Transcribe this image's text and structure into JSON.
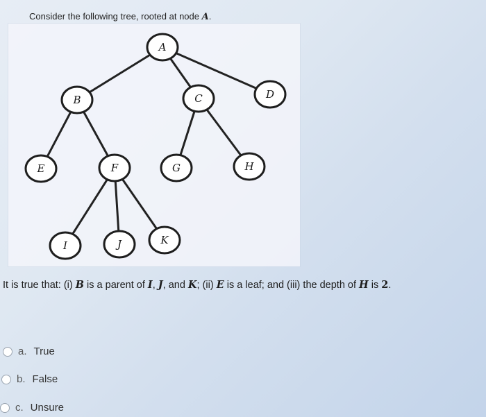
{
  "question": {
    "intro_prefix": "Consider the following tree, rooted at node ",
    "intro_var": "A",
    "intro_suffix": ".",
    "statement": {
      "p1": "It is true that: (i) ",
      "v1": "B",
      "p2": " is a parent of ",
      "v2": "I",
      "p3": ", ",
      "v3": "J",
      "p4": ", and ",
      "v4": "K",
      "p5": "; (ii) ",
      "v5": "E",
      "p6": " is a leaf; and (iii) the depth of ",
      "v6": "H",
      "p7": " is ",
      "n1": "2",
      "p8": "."
    }
  },
  "tree": {
    "nodes": [
      "A",
      "B",
      "C",
      "D",
      "E",
      "F",
      "G",
      "H",
      "I",
      "J",
      "K"
    ],
    "edges": [
      [
        "A",
        "B"
      ],
      [
        "A",
        "C"
      ],
      [
        "A",
        "D"
      ],
      [
        "B",
        "E"
      ],
      [
        "B",
        "F"
      ],
      [
        "C",
        "G"
      ],
      [
        "C",
        "H"
      ],
      [
        "F",
        "I"
      ],
      [
        "F",
        "J"
      ],
      [
        "F",
        "K"
      ]
    ]
  },
  "options": [
    {
      "letter": "a.",
      "label": "True"
    },
    {
      "letter": "b.",
      "label": "False"
    },
    {
      "letter": "c.",
      "label": "Unsure"
    }
  ]
}
